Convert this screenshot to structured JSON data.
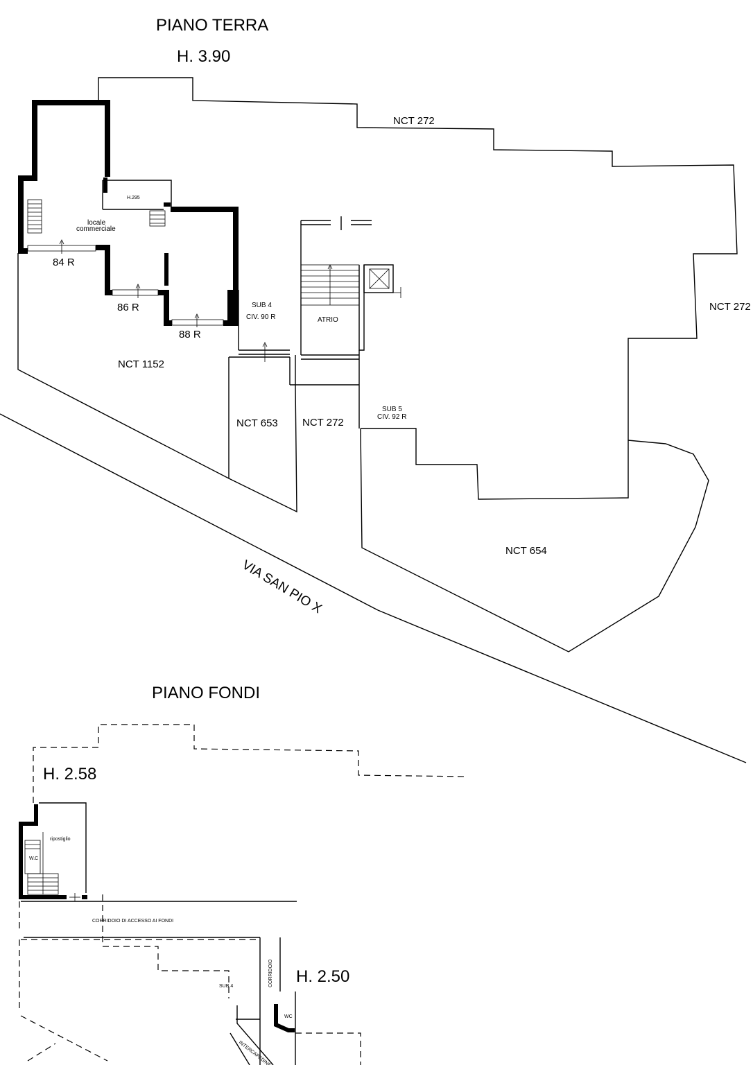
{
  "piano_terra": {
    "title": "PIANO TERRA",
    "height": "H. 3.90",
    "room_height": "H.295",
    "room_name_1": "locale",
    "room_name_2": "commerciale",
    "civic_84": "84 R",
    "civic_86": "86 R",
    "civic_88": "88 R",
    "sub4": "SUB 4",
    "civ90": "CIV. 90 R",
    "atrio": "ATRIO",
    "sub5": "SUB 5",
    "civ92": "CIV. 92 R",
    "parcels": {
      "nct272_top": "NCT 272",
      "nct272_right": "NCT 272",
      "nct1152": "NCT 1152",
      "nct653": "NCT 653",
      "nct272_mid": "NCT 272",
      "nct654": "NCT 654"
    },
    "street": "VIA SAN PIO X"
  },
  "piano_fondi": {
    "title": "PIANO FONDI",
    "height_left": "H. 2.58",
    "height_right": "H. 2.50",
    "ripostiglio": "ripostiglio",
    "wc": "W.C",
    "corridoio_accesso": "CORRIDOIO DI ACCESSO AI FONDI",
    "sub4": "SUB 4",
    "corridoio": "CORRIDOIO",
    "wc_right": "WC",
    "intercapedine": "INTERCAPEDINE"
  }
}
